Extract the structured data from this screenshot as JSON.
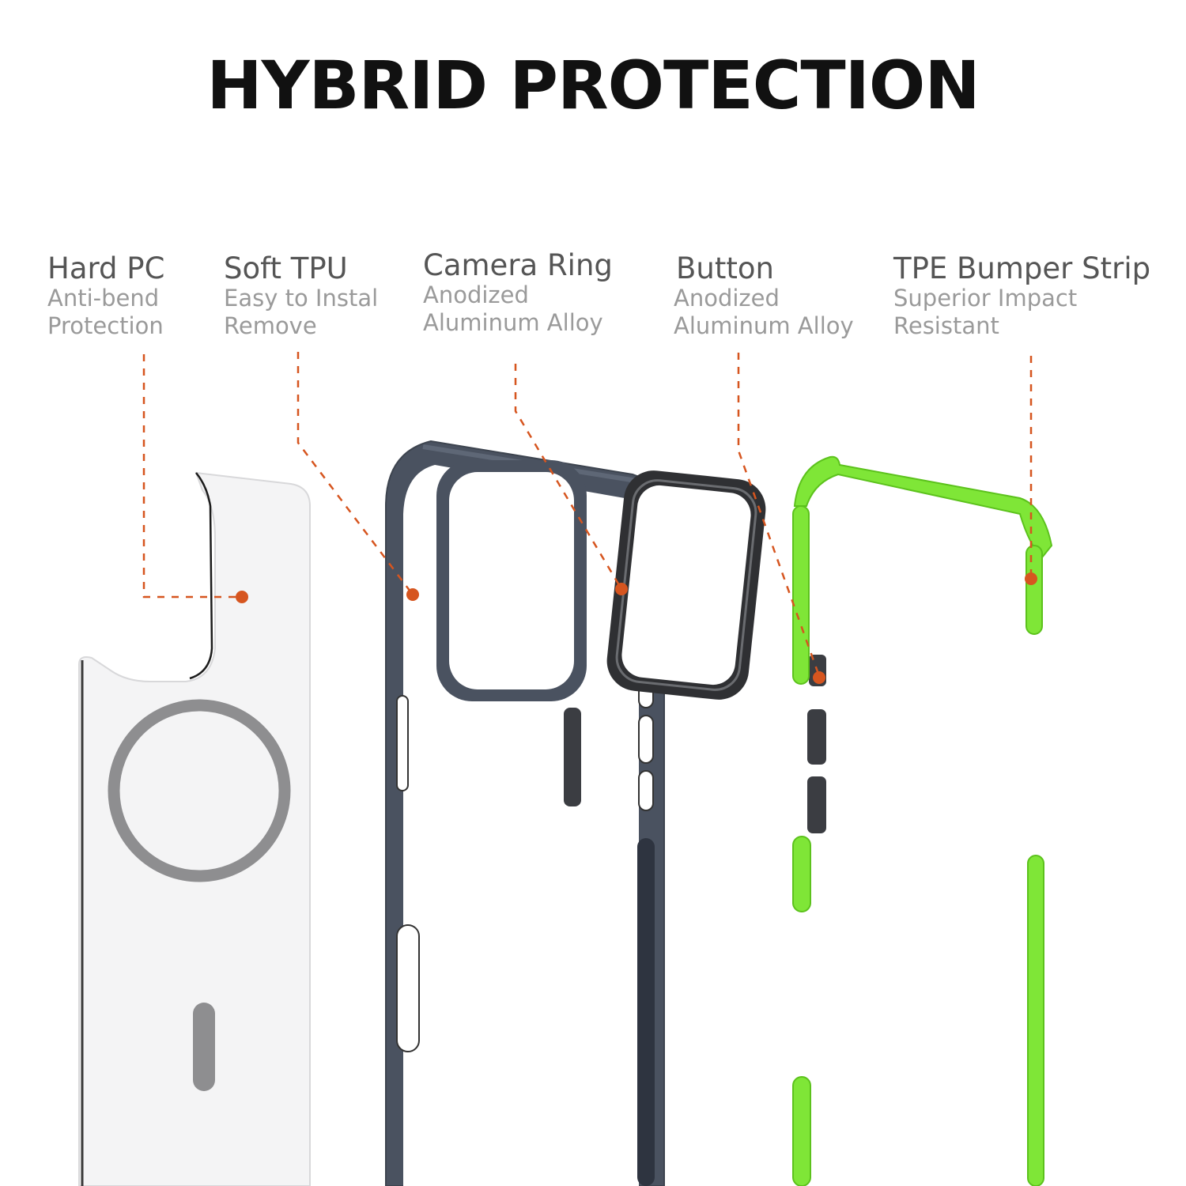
{
  "title": "HYBRID PROTECTION",
  "colors": {
    "leader": "#d6551f",
    "tpu_frame": "#4a5260",
    "camera_ring": "#2f3033",
    "button": "#3b3d42",
    "bumper": "#7fe637",
    "magsafe_ring": "#8e8e90",
    "hard_pc": "#f4f4f5"
  },
  "components": [
    {
      "name": "Hard PC",
      "desc_line1": "Anti-bend",
      "desc_line2": "Protection"
    },
    {
      "name": "Soft TPU",
      "desc_line1": "Easy to Instal",
      "desc_line2": "Remove"
    },
    {
      "name": "Camera Ring",
      "desc_line1": "Anodized",
      "desc_line2": "Aluminum Alloy"
    },
    {
      "name": "Button",
      "desc_line1": "Anodized",
      "desc_line2": "Aluminum Alloy"
    },
    {
      "name": "TPE Bumper Strip",
      "desc_line1": "Superior Impact",
      "desc_line2": "Resistant"
    }
  ]
}
